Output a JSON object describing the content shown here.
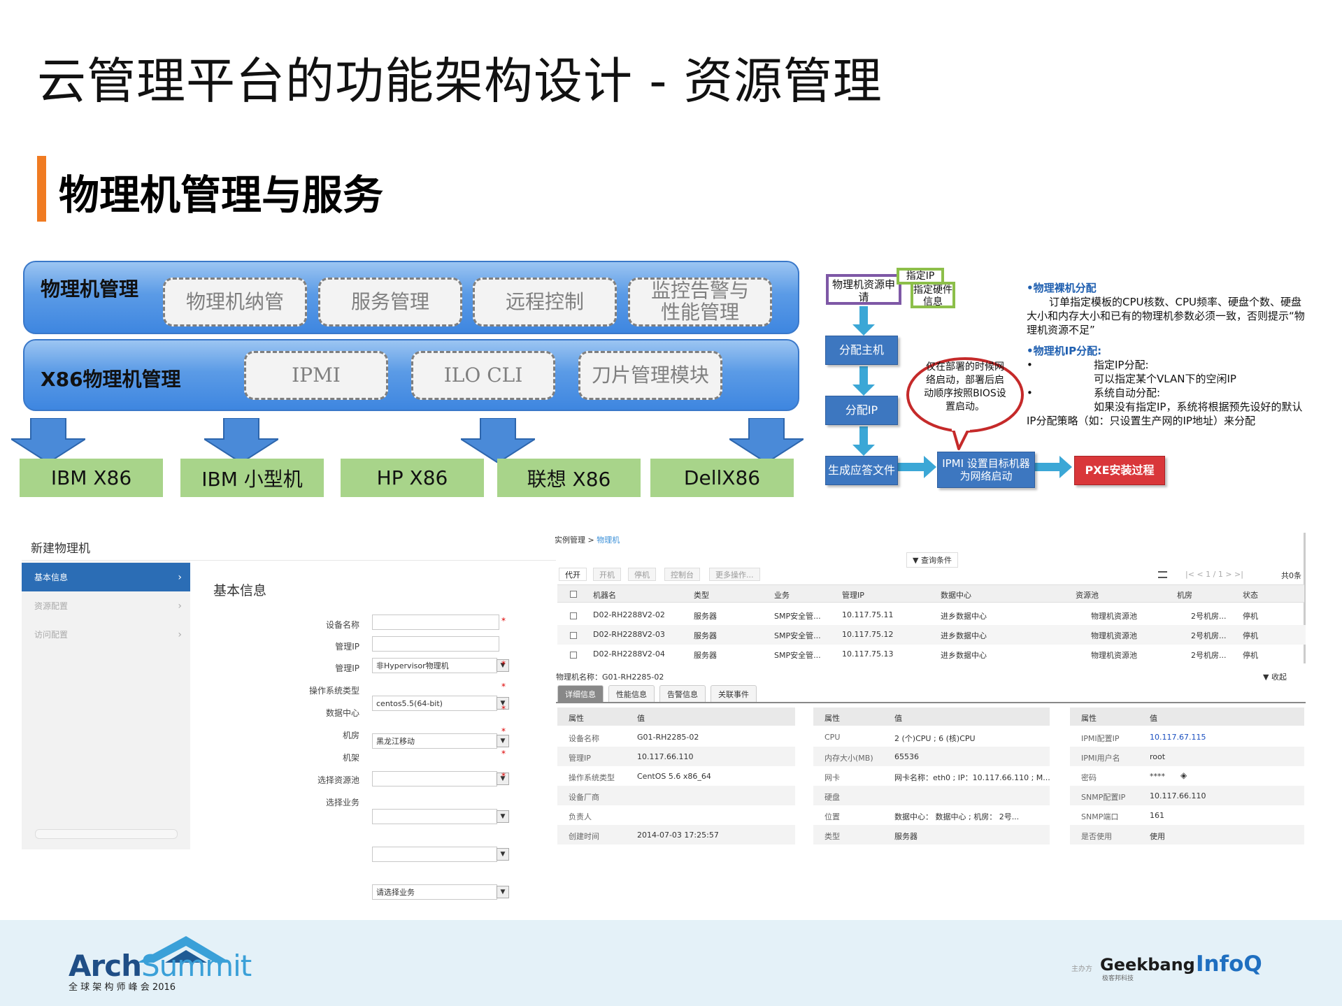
{
  "slide": {
    "title": "云管理平台的功能架构设计 - 资源管理",
    "section_title": "物理机管理与服务"
  },
  "arch": {
    "band1_label": "物理机管理",
    "band1_items": [
      "物理机纳管",
      "服务管理",
      "远程控制",
      "监控告警与性能管理"
    ],
    "band2_label": "X86物理机管理",
    "band2_items": [
      "IPMI",
      "ILO CLI",
      "刀片管理模块"
    ],
    "vendors": [
      "IBM X86",
      "IBM 小型机",
      "HP X86",
      "联想 X86",
      "DellX86"
    ],
    "colors": {
      "band": "#4a8fe3",
      "vendor": "#a8d48a",
      "pill_border": "#7f7f7f"
    }
  },
  "flow": {
    "request": "物理机资源申请",
    "tag_ip": "指定IP",
    "tag_hw": "指定硬件信息",
    "step_host": "分配主机",
    "step_ip": "分配IP",
    "step_answer": "生成应答文件",
    "bubble": "仅在部署的时候网络启动，部署后启动顺序按照BIOS设置启动。",
    "step_ipmi": "IPMI 设置目标机器为网络启动",
    "step_pxe": "PXE安装过程",
    "colors": {
      "box": "#3d77c0",
      "pxe": "#d9373a",
      "arrow": "#3ba7d6",
      "request_border": "#7e58a6",
      "tag_border": "#8dbf4a"
    }
  },
  "notes": {
    "h1": "•物理裸机分配",
    "p1": "订单指定模板的CPU核数、CPU频率、硬盘个数、硬盘大小和内存大小和已有的物理机参数必须一致，否则提示“物理机资源不足”",
    "h2": "•物理机IP分配:",
    "b1": "指定IP分配:",
    "b1d": "可以指定某个VLAN下的空闲IP",
    "b2": "系统自动分配:",
    "b2d": "如果没有指定IP，系统将根据预先设好的默认IP分配策略（如：只设置生产网的IP地址）来分配"
  },
  "form": {
    "title": "新建物理机",
    "sidebar": [
      {
        "label": "基本信息",
        "active": true
      },
      {
        "label": "资源配置",
        "active": false
      },
      {
        "label": "访问配置",
        "active": false
      }
    ],
    "heading": "基本信息",
    "fields": [
      {
        "label": "设备名称",
        "type": "input",
        "value": "",
        "required": true
      },
      {
        "label": "管理IP",
        "type": "input",
        "value": "",
        "required": false
      },
      {
        "label": "管理IP",
        "type": "select",
        "value": "非Hypervisor物理机",
        "required": true
      },
      {
        "label": "操作系统类型",
        "type": "select",
        "value": "centos5.5(64-bit)",
        "required": true
      },
      {
        "label": "数据中心",
        "type": "select",
        "value": "黑龙江移动",
        "required": true
      },
      {
        "label": "机房",
        "type": "select",
        "value": "",
        "required": true
      },
      {
        "label": "机架",
        "type": "select",
        "value": "",
        "required": true
      },
      {
        "label": "选择资源池",
        "type": "select",
        "value": "",
        "required": true
      },
      {
        "label": "选择业务",
        "type": "select",
        "value": "请选择业务",
        "required": false
      }
    ]
  },
  "list": {
    "breadcrumb_root": "实例管理",
    "breadcrumb_sep": ">",
    "breadcrumb_current": "物理机",
    "query_btn": "查询条件",
    "toolbar": [
      "代开",
      "开机",
      "停机",
      "控制台",
      "更多操作..."
    ],
    "pager": "|< < 1 / 1 > >|",
    "total": "共0条",
    "columns": [
      "机器名",
      "类型",
      "业务",
      "管理IP",
      "数据中心",
      "资源池",
      "机房",
      "状态"
    ],
    "rows": [
      [
        "D02-RH2288V2-02",
        "服务器",
        "SMP安全管...",
        "10.117.75.11",
        "进乡数据中心",
        "物理机资源池",
        "2号机房...",
        "停机"
      ],
      [
        "D02-RH2288V2-03",
        "服务器",
        "SMP安全管...",
        "10.117.75.12",
        "进乡数据中心",
        "物理机资源池",
        "2号机房...",
        "停机"
      ],
      [
        "D02-RH2288V2-04",
        "服务器",
        "SMP安全管...",
        "10.117.75.13",
        "进乡数据中心",
        "物理机资源池",
        "2号机房...",
        "停机"
      ]
    ],
    "detail_name_label": "物理机名称：G01-RH2285-02",
    "collapse": "收起",
    "detail_tabs": [
      "详细信息",
      "性能信息",
      "告警信息",
      "关联事件"
    ],
    "attr_header": "属性",
    "val_header": "值",
    "detail_col1": [
      [
        "设备名称",
        "G01-RH2285-02"
      ],
      [
        "管理IP",
        "10.117.66.110"
      ],
      [
        "操作系统类型",
        "CentOS 5.6 x86_64"
      ],
      [
        "设备厂商",
        ""
      ],
      [
        "负责人",
        ""
      ],
      [
        "创建时间",
        "2014-07-03 17:25:57"
      ]
    ],
    "detail_col2": [
      [
        "CPU",
        "2 (个)CPU ; 6 (核)CPU"
      ],
      [
        "内存大小(MB)",
        "65536"
      ],
      [
        "网卡",
        "网卡名称：eth0 ; IP：10.117.66.110 ; M..."
      ],
      [
        "硬盘",
        ""
      ],
      [
        "位置",
        "数据中心：    数据中心 ; 机房：    2号..."
      ],
      [
        "类型",
        "服务器"
      ]
    ],
    "detail_col3": [
      [
        "IPMI配置IP",
        "10.117.67.115"
      ],
      [
        "IPMI用户名",
        "root"
      ],
      [
        "密码",
        "****"
      ],
      [
        "SNMP配置IP",
        "10.117.66.110"
      ],
      [
        "SNMP端口",
        "161"
      ],
      [
        "是否使用",
        "使用"
      ]
    ]
  },
  "footer": {
    "logo_arch": "Arch",
    "logo_summit": "Summit",
    "logo_sub": "全 球 架 构 师 峰 会 2016",
    "host_label": "主办方",
    "geekbang": "Geekbang",
    "geekbang_sub": "极客邦科技",
    "infoq": "InfoQ"
  }
}
